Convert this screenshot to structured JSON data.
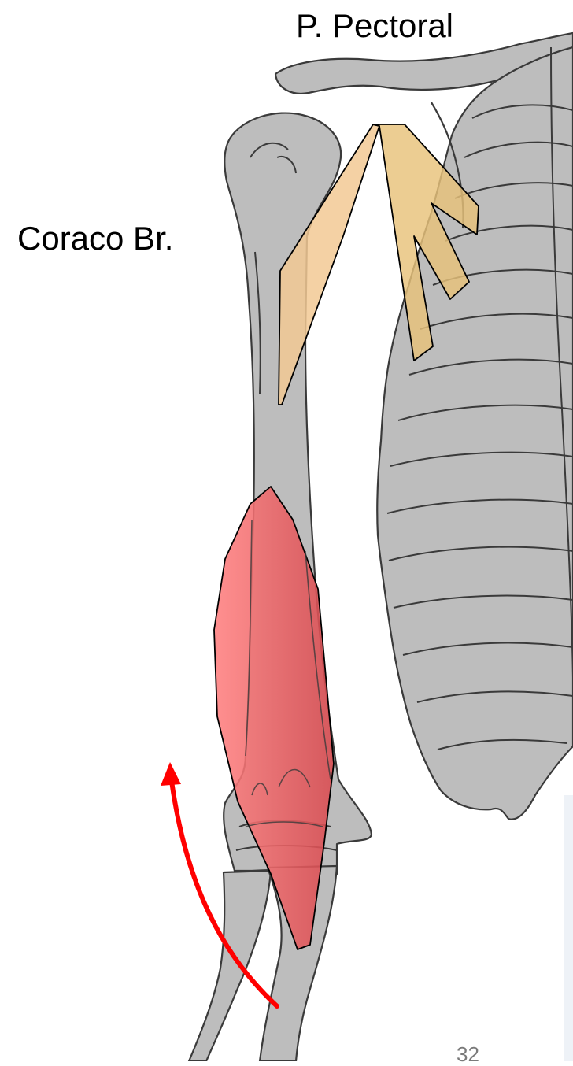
{
  "labels": {
    "pectoral": "P. Pectoral",
    "coraco": "Coraco Br."
  },
  "page_number": "32",
  "colors": {
    "bone_fill": "#bdbdbd",
    "bone_outline": "#3a3a3a",
    "pectoral_muscle": "#e8c27a",
    "coracobrachialis_muscle": "#f2c994",
    "biceps_muscle": "#e2555a",
    "arrow": "#ff0000",
    "right_edge_strip": "#eef2f7"
  }
}
